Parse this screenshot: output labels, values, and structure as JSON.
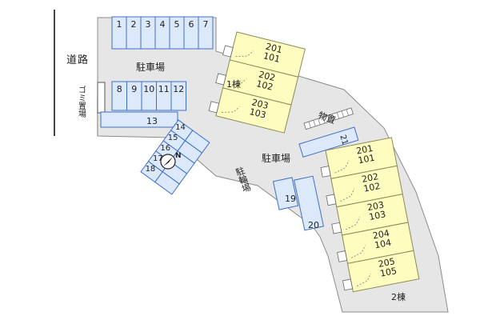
{
  "colors": {
    "lot": "#e6e6e6",
    "lot_edge": "#8c8c8c",
    "space_fill": "#dce9fb",
    "space_edge": "#3f6fc6",
    "building_fill": "#fffcc0",
    "building_edge": "#8a8a5a",
    "text": "#222222"
  },
  "labels": {
    "road": "道路",
    "garbage": "ゴミ置場",
    "parking_upper": "駐車場",
    "parking_middle": "駐車場",
    "bike_parking": "駐輪場",
    "storage": "物置",
    "building1": "1棟",
    "building2": "2棟",
    "compass": "N"
  },
  "parking": {
    "top_row": [
      "1",
      "2",
      "3",
      "4",
      "5",
      "6",
      "7"
    ],
    "second_row": [
      "8",
      "9",
      "10",
      "11",
      "12"
    ],
    "wide": "13",
    "diagonal": [
      "14",
      "15",
      "16",
      "17",
      "18"
    ],
    "s19": "19",
    "s20": "20",
    "s21": "21"
  },
  "building1_units": [
    [
      "201",
      "101"
    ],
    [
      "202",
      "102"
    ],
    [
      "203",
      "103"
    ]
  ],
  "building2_units": [
    [
      "201",
      "101"
    ],
    [
      "202",
      "102"
    ],
    [
      "203",
      "103"
    ],
    [
      "204",
      "104"
    ],
    [
      "205",
      "105"
    ]
  ]
}
